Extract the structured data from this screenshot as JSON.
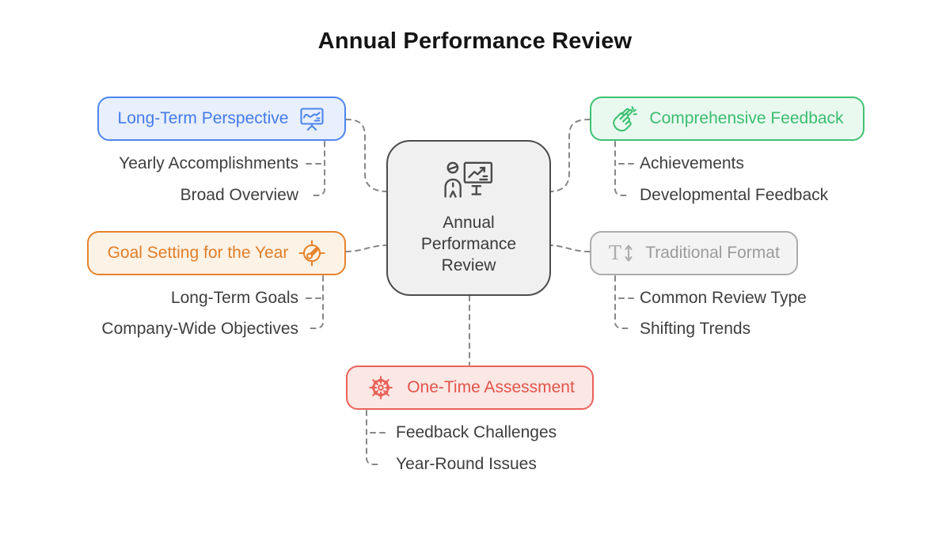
{
  "title": "Annual Performance Review",
  "center": {
    "lines": [
      "Annual",
      "Performance",
      "Review"
    ],
    "icon": "presenter-with-chart-icon"
  },
  "connector_color": "#878787",
  "branches": [
    {
      "label": "Long-Term Perspective",
      "icon": "presentation-chart-icon",
      "border": "#4E86EC",
      "bg": "#E8EFFD",
      "text": "#447BE8",
      "children": [
        "Yearly Accomplishments",
        "Broad Overview"
      ]
    },
    {
      "label": "Goal Setting for the Year",
      "icon": "goal-target-icon",
      "border": "#E6832C",
      "bg": "#FCF2E6",
      "text": "#E07E28",
      "children": [
        "Long-Term Goals",
        "Company-Wide Objectives"
      ]
    },
    {
      "label": "Comprehensive Feedback",
      "icon": "clapping-hands-icon",
      "border": "#3FC173",
      "bg": "#EAF9F0",
      "text": "#3BBD6F",
      "children": [
        "Achievements",
        "Developmental Feedback"
      ]
    },
    {
      "label": "Traditional Format",
      "icon": "text-height-icon",
      "border": "#ACACAC",
      "bg": "#F3F3F3",
      "text": "#9B9B9B",
      "children": [
        "Common Review Type",
        "Shifting Trends"
      ]
    },
    {
      "label": "One-Time Assessment",
      "icon": "ornament-rosette-icon",
      "border": "#E9635A",
      "bg": "#FBE7E4",
      "text": "#E2544C",
      "children": [
        "Feedback Challenges",
        "Year-Round Issues"
      ]
    }
  ]
}
